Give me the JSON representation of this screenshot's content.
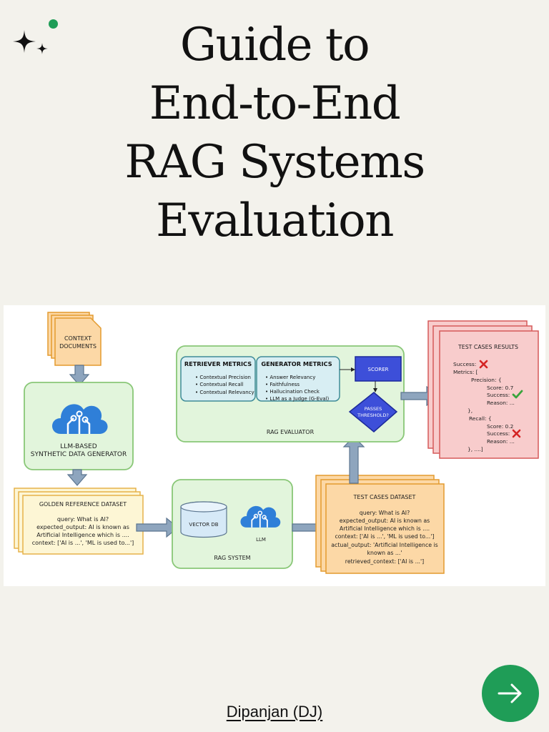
{
  "title_lines": [
    "Guide to",
    "End-to-End",
    "RAG Systems",
    "Evaluation"
  ],
  "author": "Dipanjan (DJ)",
  "icons": {
    "sparkle": "sparkle-icon",
    "next": "arrow-right-icon",
    "cloud": "cloud-circuit-icon",
    "database": "database-icon",
    "cross": "cross-icon",
    "check": "check-icon"
  },
  "colors": {
    "background": "#f3f2ec",
    "accent": "#1f9d57"
  },
  "diagram": {
    "context_docs": [
      "CONTEXT",
      "DOCUMENTS"
    ],
    "generator": [
      "LLM-BASED",
      "SYNTHETIC DATA GENERATOR"
    ],
    "golden": {
      "title": "GOLDEN REFERENCE DATASET",
      "lines": [
        "query: What is AI?",
        "expected_output: AI is known as",
        "Artificial Intelligence which is ....",
        "context: ['AI is ...', 'ML is used to...']"
      ]
    },
    "rag_system": {
      "label": "RAG SYSTEM",
      "vector_db": "VECTOR DB",
      "llm": "LLM"
    },
    "test_dataset": {
      "title": "TEST CASES DATASET",
      "lines": [
        "query: What is AI?",
        "expected_output: AI is known as",
        "Artificial Intelligence which is ....",
        "context: ['AI is ...', 'ML is used to...']",
        "actual_output: 'Artificial Intelligence is",
        "known as ...'",
        "retrieved_context: ['AI is ...']"
      ]
    },
    "evaluator": {
      "label": "RAG EVALUATOR",
      "retriever_title": "RETRIEVER METRICS",
      "retriever_items": [
        "Contextual Precision",
        "Contextual Recall",
        "Contextual Relevancy"
      ],
      "generator_title": "GENERATOR METRICS",
      "generator_items": [
        "Answer Relevancy",
        "Faithfulness",
        "Hallucination Check",
        "LLM as a Judge (G-Eval)"
      ],
      "scorer": "SCORER",
      "threshold": [
        "PASSES",
        "THRESHOLD?"
      ]
    },
    "results": {
      "title": "TEST CASES RESULTS",
      "success": "Success:",
      "metrics": "Metrics: [",
      "precision": "Precision: {",
      "p_score": "Score: 0.7",
      "p_success": "Success:",
      "p_reason": "Reason: ...",
      "close1": "},",
      "recall": "Recall: {",
      "r_score": "Score: 0.2",
      "r_success": "Success:",
      "r_reason": "Reason: ...",
      "close2": "}, ....]"
    }
  }
}
